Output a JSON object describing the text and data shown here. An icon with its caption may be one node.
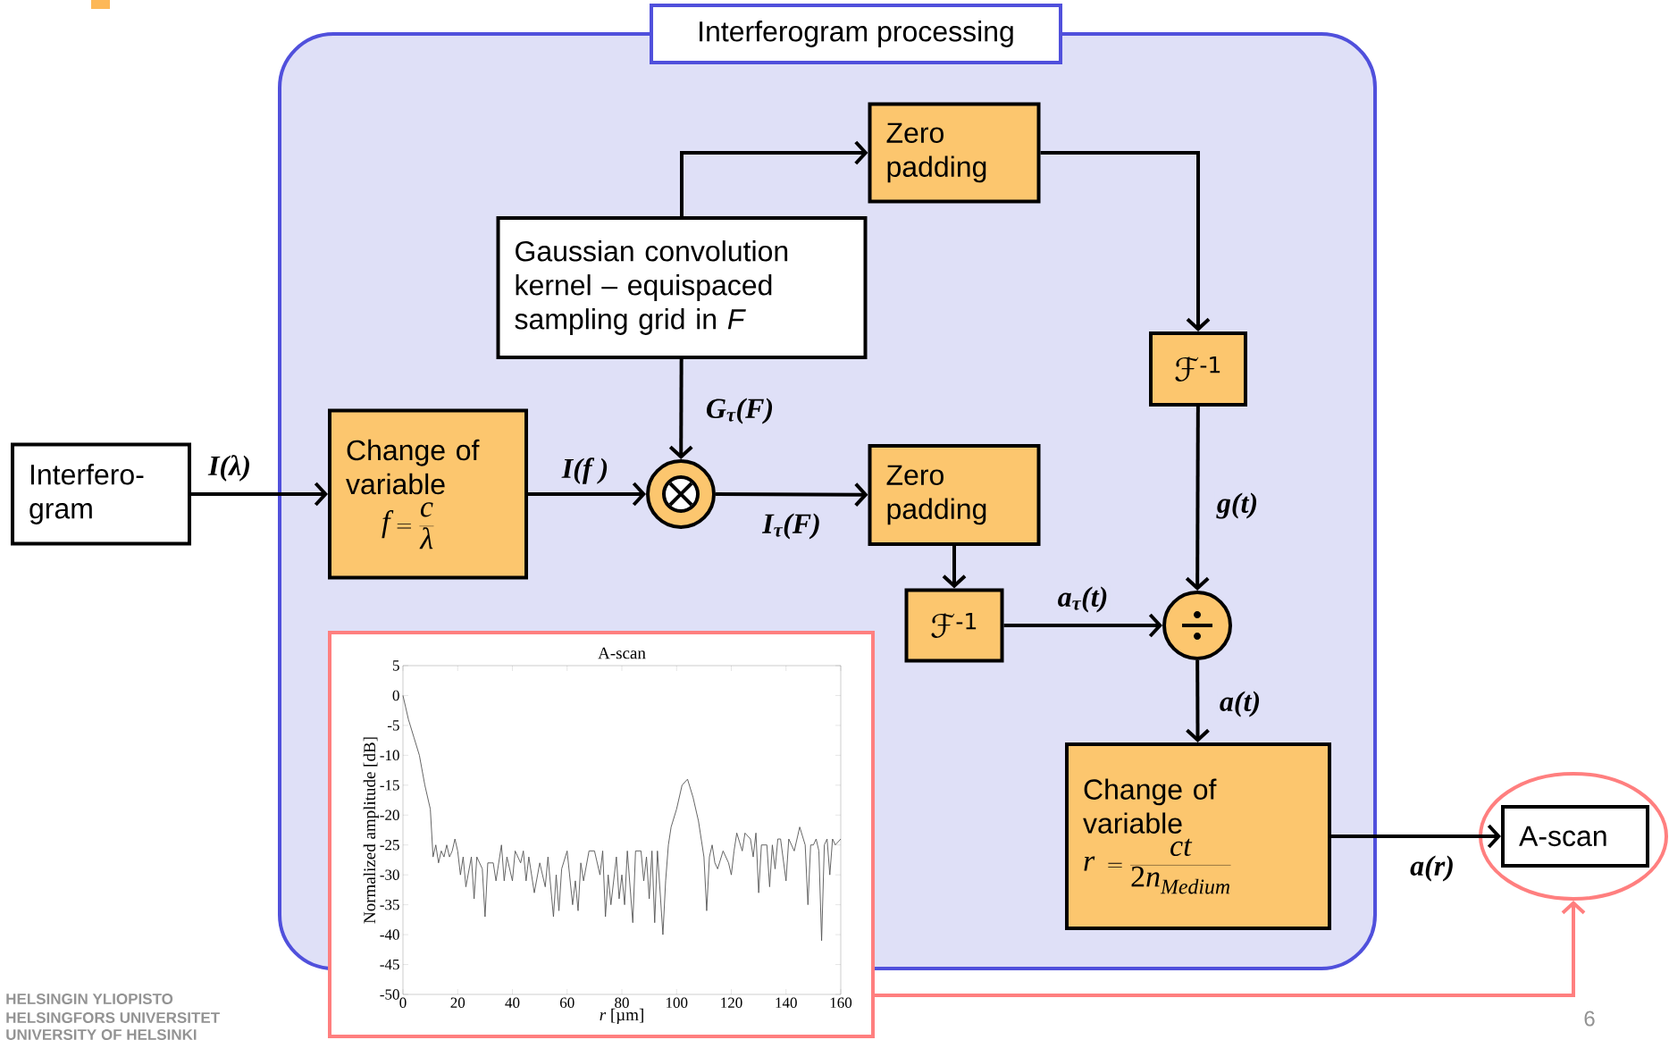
{
  "diagram": {
    "nodes": [
      {
        "text": [
          "Interferogram processing"
        ]
      },
      {
        "text": [
          "Zero padding"
        ],
        "in": 0
      },
      {
        "text": [
          "Gaussian convolution kernel – equispaced sampling grid in *F*"
        ],
        "in": 0
      },
      {
        "text": [
          "ℱ$^{-1}$"
        ],
        "in": 0
      },
      {
        "text": [
          "Interfero-gram"
        ]
      },
      {
        "text": [
          "Change of variable",
          "f=\\frac{c}{\\lambda}"
        ],
        "in": 0
      },
      {
        "text": [],
        "shape": "circle",
        "in": 0
      },
      {
        "text": [
          "Zero padding"
        ],
        "in": 0
      },
      {
        "text": [
          "ℱ$^{-1}$"
        ],
        "in": 0
      },
      {
        "text": [],
        "shape": "circle",
        "in": 0
      },
      {
        "text": [
          "Change of variable",
          "r\\;=\\frac{ct}{2n_{Medium}}"
        ],
        "in": 0
      },
      {
        "text": [],
        "shape": "picture"
      },
      {
        "text": [],
        "shape": "circle"
      },
      {
        "text": [
          "A-scan"
        ],
        "in": 12
      }
    ],
    "edges": [
      {
        "from": 4,
        "to": 5,
        "arrow": "to",
        "label": "I(λ)"
      },
      {
        "from": 5,
        "to": 6,
        "arrow": "to",
        "label": "I(f )"
      },
      {
        "from": 2,
        "to": 6,
        "arrow": "to",
        "label": "G$_{τ}$(F)"
      },
      {
        "from": 2,
        "to": 1,
        "arrow": "to"
      },
      {
        "from": 6,
        "to": 7,
        "arrow": "to",
        "label": "I$_{τ}$(F)"
      },
      {
        "from": 1,
        "to": 3,
        "arrow": "to"
      },
      {
        "from": 7,
        "to": 8,
        "arrow": "to"
      },
      {
        "from": 3,
        "to": 9,
        "arrow": "to",
        "label": "g(t)"
      },
      {
        "from": 8,
        "to": 9,
        "arrow": "to",
        "label": "a$_{τ}$(t)"
      },
      {
        "from": 9,
        "to": 10,
        "arrow": "to",
        "label": "a(t)"
      },
      {
        "from": 10,
        "to": 13,
        "arrow": "to",
        "label": "a(r)"
      },
      {
        "from": 11,
        "to": 12,
        "arrow": "to",
        "color": "#ff7f7f"
      }
    ],
    "labels": [
      "HELSINGIN YLIOPISTO",
      "HELSINGFORS UNIVERSITET",
      "UNIVERSITY OF HELSINKI",
      "6"
    ],
    "chart_data": {
      "type": "line",
      "title": "A-scan",
      "xlabel": "*r* [µm]",
      "ylabel": "Normalized amplitude [dB]",
      "xlim": [
        0,
        160
      ],
      "ylim": [
        -50,
        5
      ],
      "xticks": [
        0,
        20,
        40,
        60,
        80,
        100,
        120,
        140,
        160
      ],
      "yticks": [
        -50,
        -45,
        -40,
        -35,
        -30,
        -25,
        -20,
        -15,
        -10,
        -5,
        0,
        5
      ],
      "x": [
        0,
        2,
        4,
        6,
        8,
        10,
        11,
        12,
        13,
        14,
        15,
        16,
        17,
        18,
        19,
        20,
        21,
        22,
        23,
        25,
        26,
        27,
        29,
        30,
        31,
        33,
        34,
        36,
        37,
        38,
        40,
        41,
        43,
        44,
        45,
        46,
        48,
        50,
        52,
        53,
        55,
        56,
        57,
        58,
        60,
        62,
        63,
        64,
        65,
        66,
        68,
        70,
        72,
        73,
        74,
        75,
        76,
        78,
        79,
        80,
        81,
        82,
        84,
        85,
        87,
        88,
        89,
        90,
        91,
        92,
        93,
        95,
        96,
        97,
        98,
        100,
        102,
        104,
        106,
        108,
        110,
        111,
        112,
        113,
        114,
        115,
        117,
        119,
        120,
        121,
        122,
        124,
        125,
        127,
        128,
        129,
        130,
        131,
        133,
        134,
        135,
        136,
        137,
        138,
        140,
        141,
        143,
        145,
        147,
        148,
        149,
        150,
        151,
        152,
        153,
        154,
        155,
        156,
        157,
        158,
        160
      ],
      "series": [
        {
          "color": "#555555",
          "values": [
            0,
            -4,
            -7,
            -10,
            -15,
            -19,
            -27,
            -25,
            -28,
            -26,
            -27,
            -25,
            -27,
            -26,
            -24,
            -26,
            -30,
            -27,
            -32,
            -27,
            -34,
            -27,
            -29,
            -37,
            -28,
            -28,
            -31,
            -25,
            -31,
            -27,
            -31,
            -26,
            -28,
            -26,
            -31,
            -27,
            -33,
            -28,
            -32,
            -27,
            -37,
            -30,
            -36,
            -29,
            -26,
            -35,
            -31,
            -36,
            -28,
            -31,
            -26,
            -26,
            -30,
            -26,
            -37,
            -30,
            -35,
            -27,
            -34,
            -30,
            -35,
            -26,
            -38,
            -26,
            -26,
            -31,
            -27,
            -34,
            -26,
            -38,
            -26,
            -40,
            -31,
            -25,
            -22,
            -19,
            -15,
            -14,
            -17,
            -21,
            -27,
            -36,
            -27,
            -25,
            -28,
            -29,
            -26,
            -28,
            -30,
            -26,
            -23,
            -26,
            -23,
            -24,
            -27,
            -23,
            -33,
            -25,
            -25,
            -32,
            -25,
            -29,
            -24,
            -24,
            -31,
            -24,
            -26,
            -22,
            -25,
            -35,
            -25,
            -25,
            -24,
            -26,
            -41,
            -25,
            -24,
            -30,
            -24,
            -25,
            -24
          ]
        }
      ]
    }
  }
}
